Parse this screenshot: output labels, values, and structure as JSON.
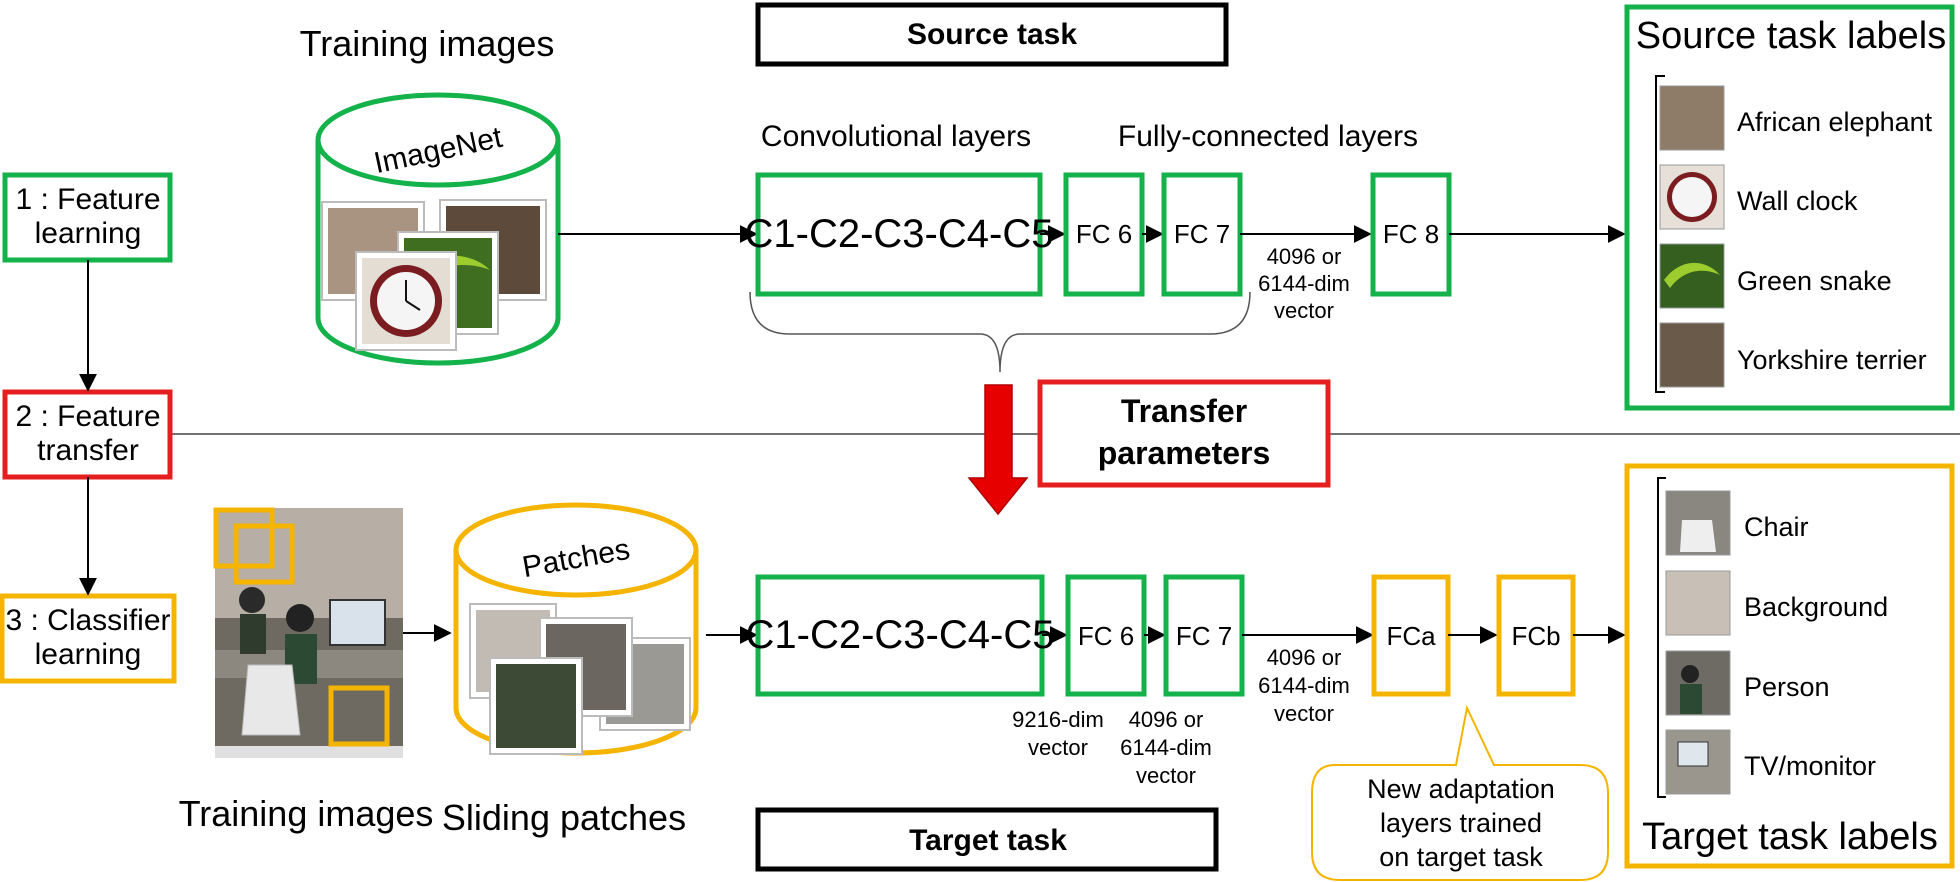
{
  "colors": {
    "green": "#13b24a",
    "red": "#e51f1f",
    "yellow": "#f5b400",
    "black": "#000000"
  },
  "steps": [
    {
      "line1": "1 : Feature",
      "line2": "learning",
      "color": "green"
    },
    {
      "line1": "2 : Feature",
      "line2": "transfer",
      "color": "red"
    },
    {
      "line1": "3 : Classifier",
      "line2": "learning",
      "color": "yellow"
    }
  ],
  "source": {
    "task_title": "Source task",
    "training_images_label": "Training images",
    "database_label": "ImageNet",
    "conv_header": "Convolutional layers",
    "fc_header": "Fully-connected layers",
    "conv_box": "C1-C2-C3-C4-C5",
    "fc6": "FC 6",
    "fc7": "FC 7",
    "fc8": "FC 8",
    "vector": [
      "4096 or",
      "6144-dim",
      "vector"
    ],
    "labels_title": "Source task labels",
    "labels": [
      "African elephant",
      "Wall clock",
      "Green snake",
      "Yorkshire terrier"
    ]
  },
  "transfer": {
    "line1": "Transfer",
    "line2": "parameters"
  },
  "target": {
    "task_title": "Target task",
    "training_images_label": "Training images",
    "sliding_label": "Sliding patches",
    "database_label": "Patches",
    "conv_box": "C1-C2-C3-C4-C5",
    "fc6": "FC 6",
    "fc7": "FC 7",
    "fca": "FCa",
    "fcb": "FCb",
    "vec_9216": [
      "9216-dim",
      "vector"
    ],
    "vec_4096a": [
      "4096 or",
      "6144-dim",
      "vector"
    ],
    "vec_4096b": [
      "4096 or",
      "6144-dim",
      "vector"
    ],
    "callout": [
      "New adaptation",
      "layers trained",
      "on target task"
    ],
    "labels_title": "Target task labels",
    "labels": [
      "Chair",
      "Background",
      "Person",
      "TV/monitor"
    ]
  }
}
